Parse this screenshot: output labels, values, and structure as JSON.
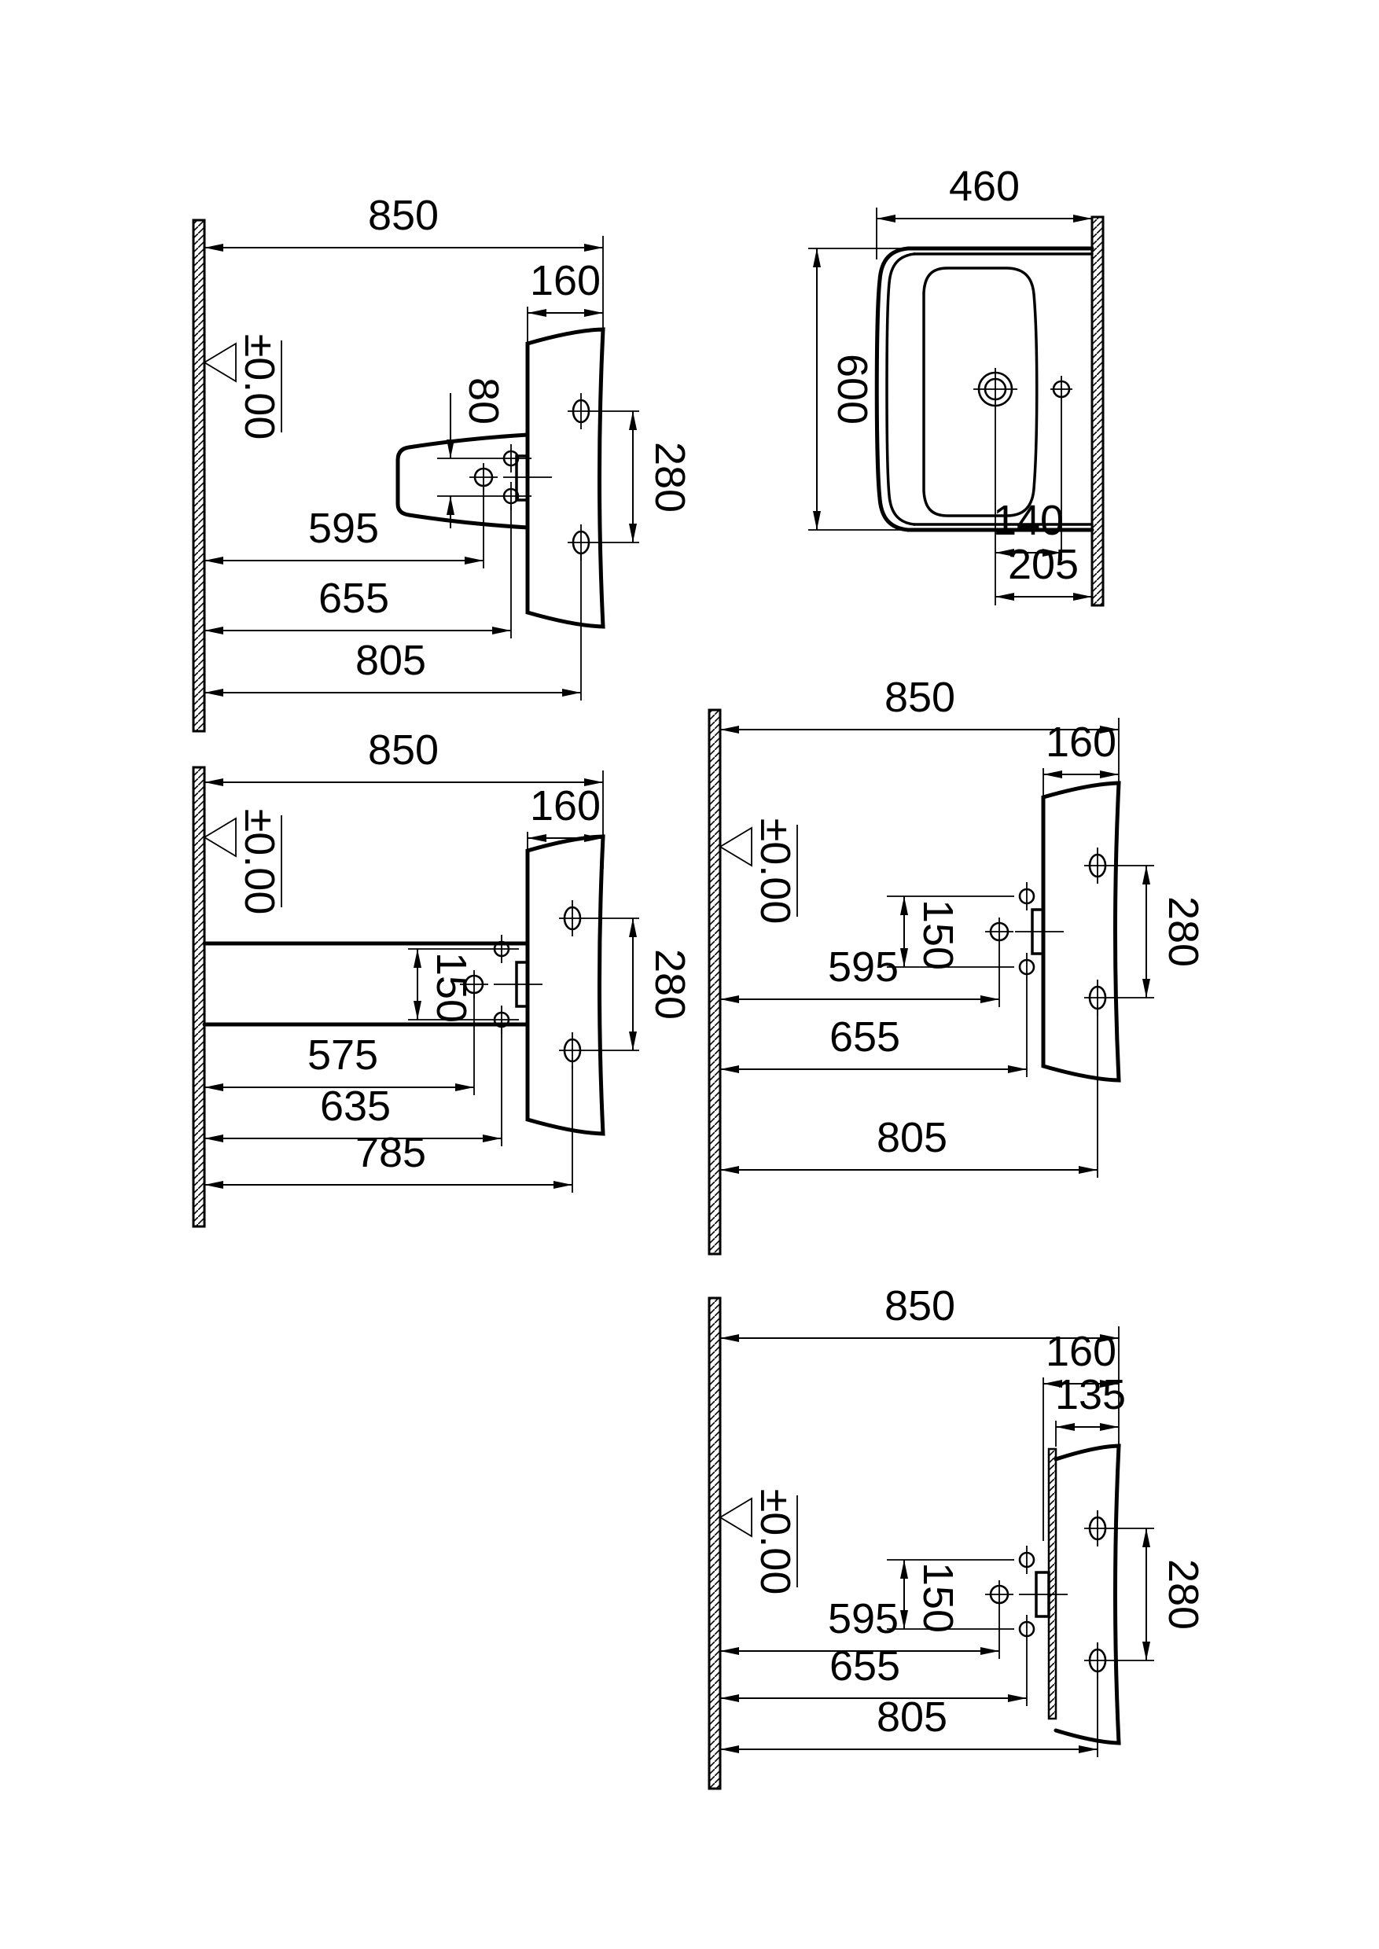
{
  "drawing": {
    "colors": {
      "line": "#000000",
      "background": "#ffffff"
    },
    "views": {
      "side_console": {
        "d850": "850",
        "d160": "160",
        "d80": "80",
        "d280": "280",
        "d595": "595",
        "d655": "655",
        "d805": "805",
        "level": "±0.00"
      },
      "plan": {
        "d460": "460",
        "d600": "600",
        "d140": "140",
        "d205": "205"
      },
      "side_countertop": {
        "d850": "850",
        "d160": "160",
        "d150": "150",
        "d280": "280",
        "d575": "575",
        "d635": "635",
        "d785": "785",
        "level": "±0.00"
      },
      "side_wall_hung": {
        "d850": "850",
        "d160": "160",
        "d150": "150",
        "d280": "280",
        "d595": "595",
        "d655": "655",
        "d805": "805",
        "level": "±0.00"
      },
      "side_furniture": {
        "d850": "850",
        "d160": "160",
        "d135": "135",
        "d150": "150",
        "d280": "280",
        "d595": "595",
        "d655": "655",
        "d805": "805",
        "level": "±0.00"
      }
    }
  }
}
